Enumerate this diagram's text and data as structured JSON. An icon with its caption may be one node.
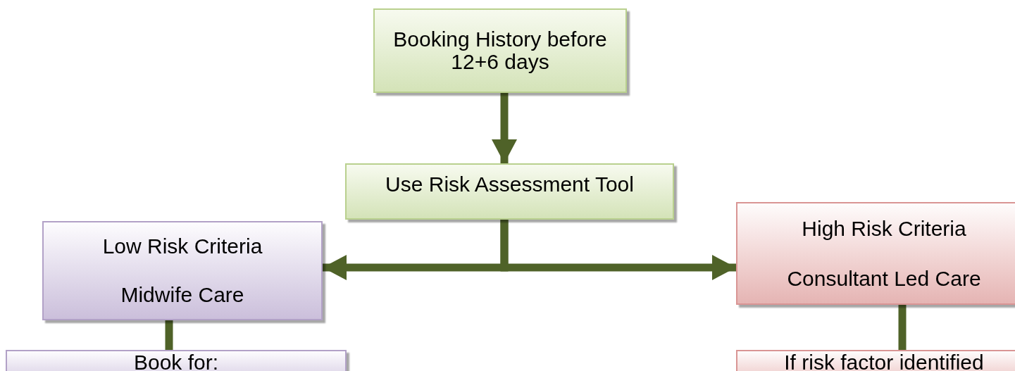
{
  "diagram": {
    "nodes": [
      {
        "text": [
          "Booking History before 12+6 days"
        ]
      },
      {
        "text": [
          "Use Risk Assessment Tool"
        ]
      },
      {
        "text": [
          "Low Risk Criteria",
          "Midwife Care"
        ]
      },
      {
        "text": [
          "High Risk Criteria",
          "Consultant Led Care"
        ]
      },
      {
        "text": [
          "Book for:"
        ]
      },
      {
        "text": [
          "If risk factor identified"
        ]
      }
    ],
    "edges": [
      {
        "from": 0,
        "to": 1,
        "arrow": "to"
      },
      {
        "from": 1,
        "to": 2,
        "arrow": "to"
      },
      {
        "from": 1,
        "to": 3,
        "arrow": "to"
      },
      {
        "from": 2,
        "to": 4,
        "arrow": "none"
      },
      {
        "from": 3,
        "to": 5,
        "arrow": "none"
      }
    ]
  }
}
